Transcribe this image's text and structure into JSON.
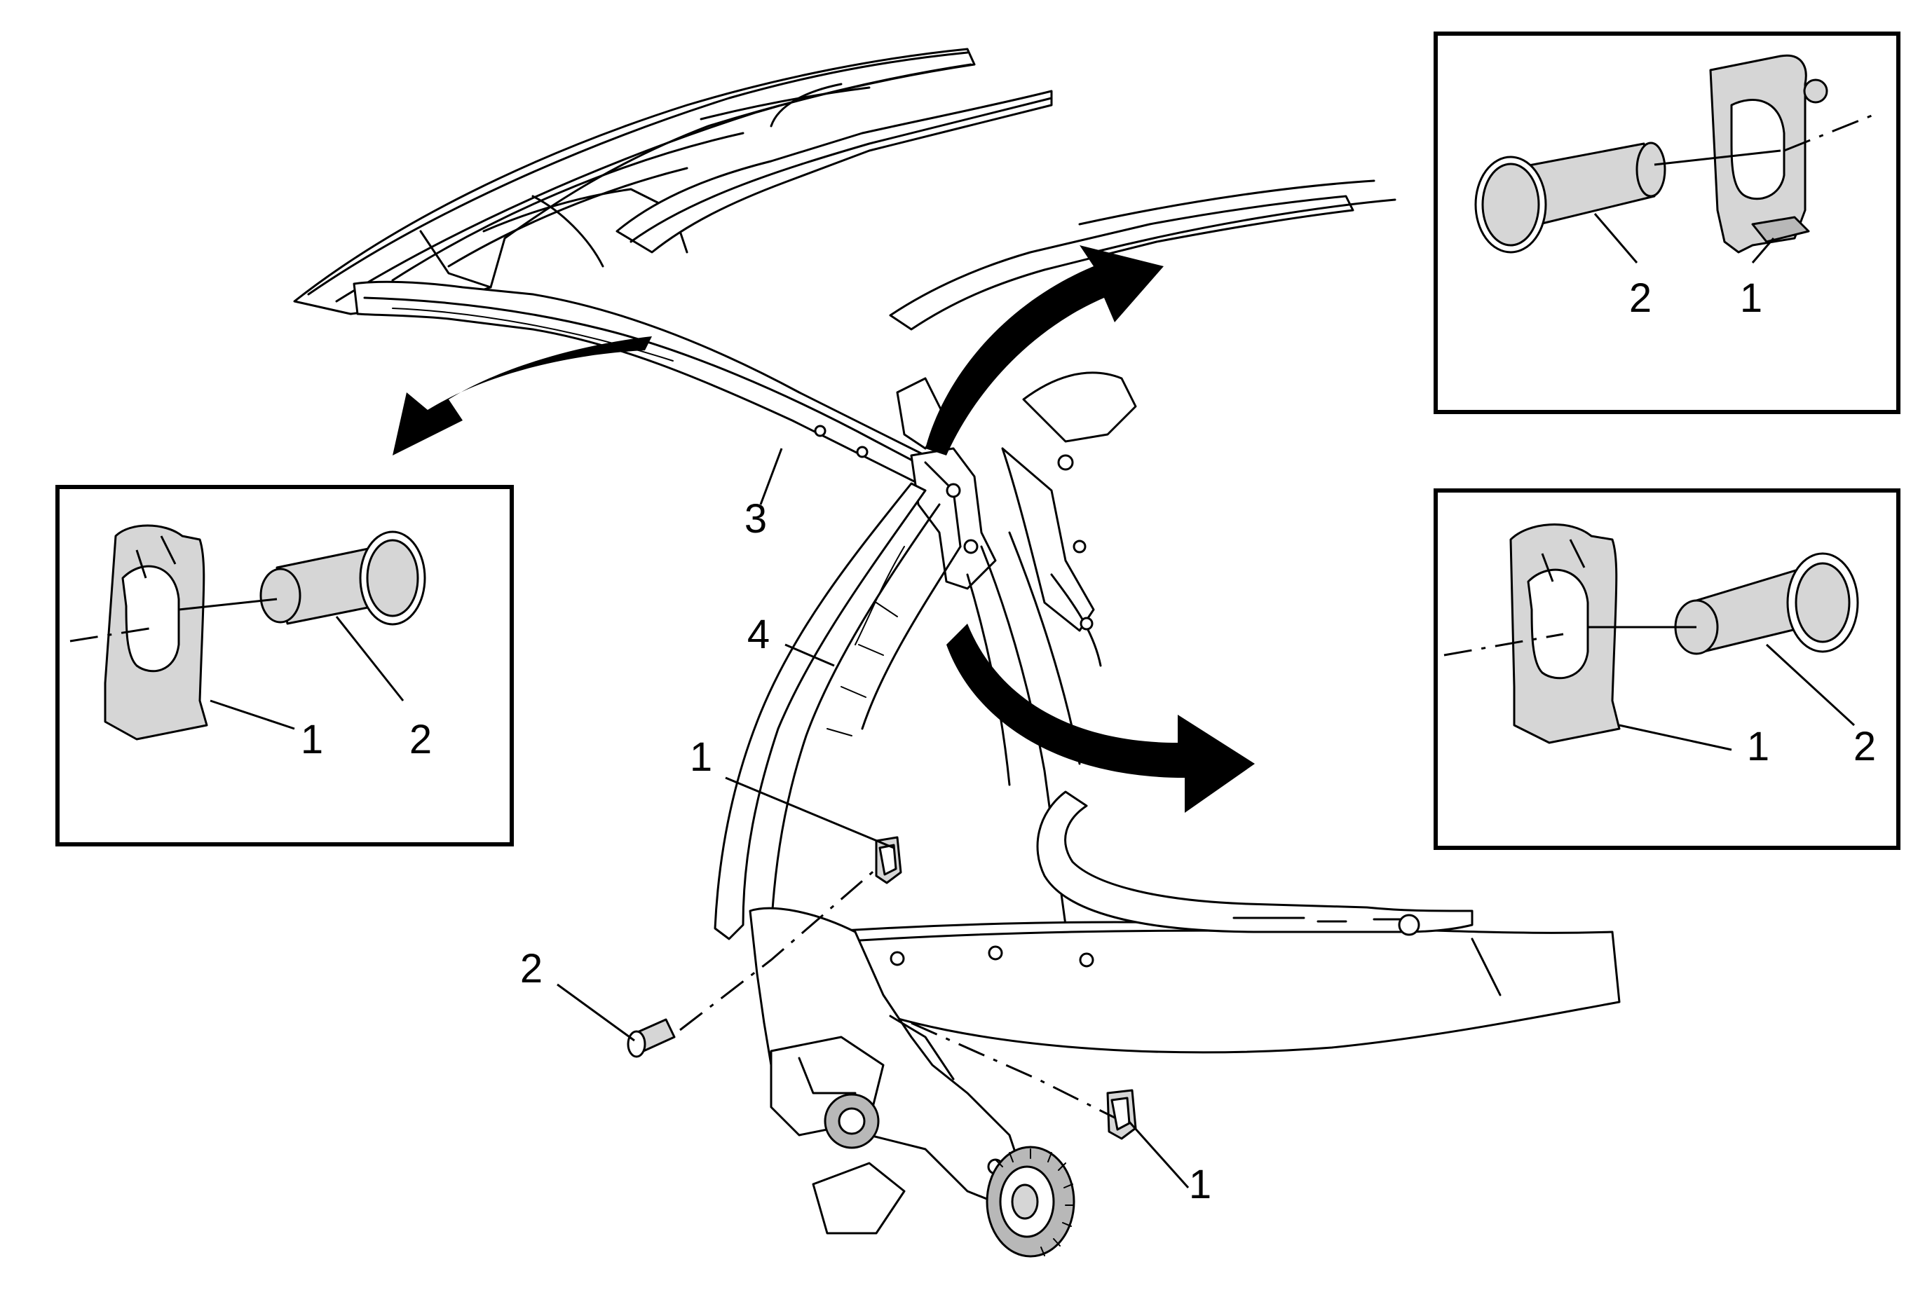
{
  "callouts": {
    "main_clip_upper": "1",
    "main_clip_lower": "1",
    "main_pin": "2",
    "main_front_rail": "3",
    "main_side_rail": "4"
  },
  "inset_top_right": {
    "pin_label": "2",
    "clip_label": "1"
  },
  "inset_mid_right": {
    "clip_label": "1",
    "pin_label": "2"
  },
  "inset_left": {
    "clip_label": "1",
    "pin_label": "2"
  }
}
